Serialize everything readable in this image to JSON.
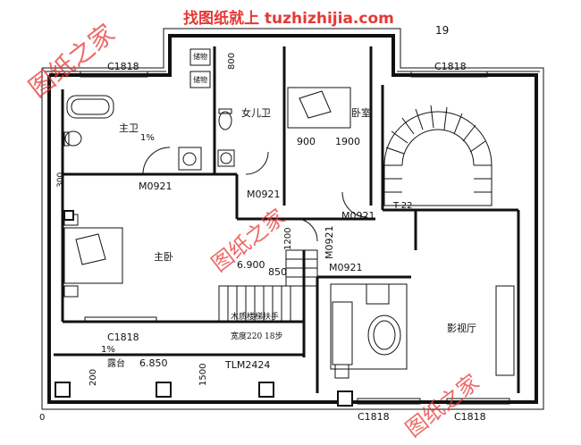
{
  "header": {
    "site": "找图纸就上 tuzhizhijia.com",
    "corner_number": "19"
  },
  "watermark": {
    "text": "图纸之家",
    "color": "#e53935"
  },
  "rooms": {
    "master_bath": "主卫",
    "girl_bath": "女儿卫",
    "bedroom": "卧室",
    "master_bedroom": "主卧",
    "theater": "影视厅",
    "balcony": "露台",
    "wardrobe_a": "储物",
    "wardrobe_b": "储物"
  },
  "labels": {
    "window_top_left": "C1818",
    "window_top_right": "C1818",
    "window_mid_left": "C1818",
    "window_bottom_1": "C1818",
    "window_bottom_2": "C1818",
    "door_m0921_a": "M0921",
    "door_m0921_b": "M0921",
    "door_m0921_c": "M0921",
    "door_m0921_d": "M0921",
    "door_m0921_e": "M0921",
    "slope_bath": "1%",
    "slope_balcony": "1%",
    "elev_stair": "6.900",
    "elev_balcony": "6.850",
    "stair_tag": "T-22",
    "stair_note": "木质楼梯扶手",
    "stair_note2": "宽度220 18步",
    "door_tlm": "TLM2424",
    "dim_800": "800",
    "dim_900": "900",
    "dim_1900": "1900",
    "dim_1200": "1200",
    "dim_850": "850",
    "dim_300": "300",
    "dim_200": "200",
    "dim_1500": "1500",
    "dim_0": "0"
  }
}
